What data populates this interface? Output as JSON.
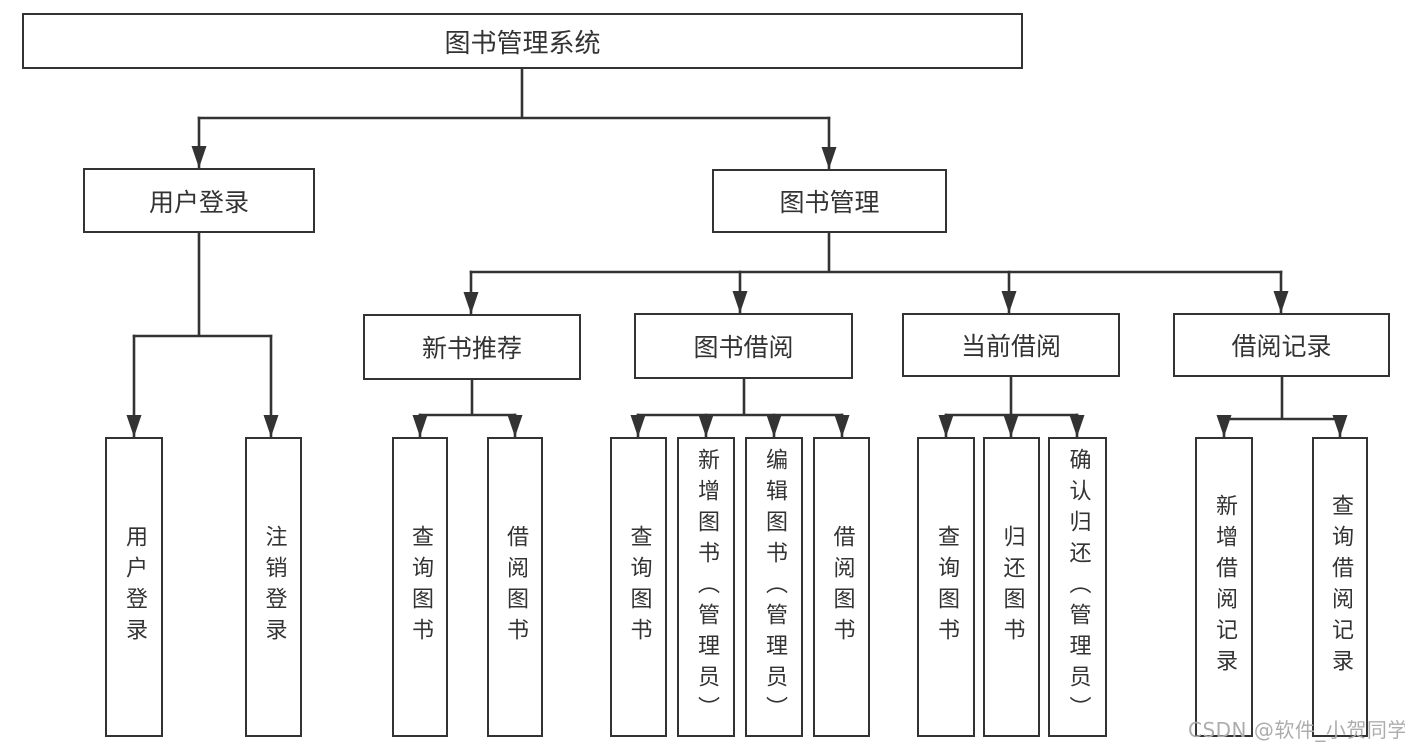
{
  "tree": {
    "root": "图书管理系统",
    "level2": {
      "user_login": "用户登录",
      "book_mgmt": "图书管理"
    },
    "level3": {
      "new_book_rec": "新书推荐",
      "book_borrow": "图书借阅",
      "current_borrow": "当前借阅",
      "borrow_records": "借阅记录"
    },
    "leaves": {
      "user_login": "用户登录",
      "logout": "注销登录",
      "rec_query_book": "查询图书",
      "rec_borrow_book": "借阅图书",
      "bor_query_book": "查询图书",
      "bor_add_book": "新增图书（管理员）",
      "bor_edit_book": "编辑图书（管理员）",
      "bor_borrow_book": "借阅图书",
      "cur_query_book": "查询图书",
      "cur_return_book": "归还图书",
      "cur_confirm_return": "确认归还（管理员）",
      "recd_add_record": "新增借阅记录",
      "recd_query_record": "查询借阅记录"
    }
  },
  "watermark": "CSDN @软件_小贺同学",
  "colors": {
    "line": "#333333",
    "text": "#333333",
    "watermark": "#adadad",
    "background": "#ffffff"
  }
}
